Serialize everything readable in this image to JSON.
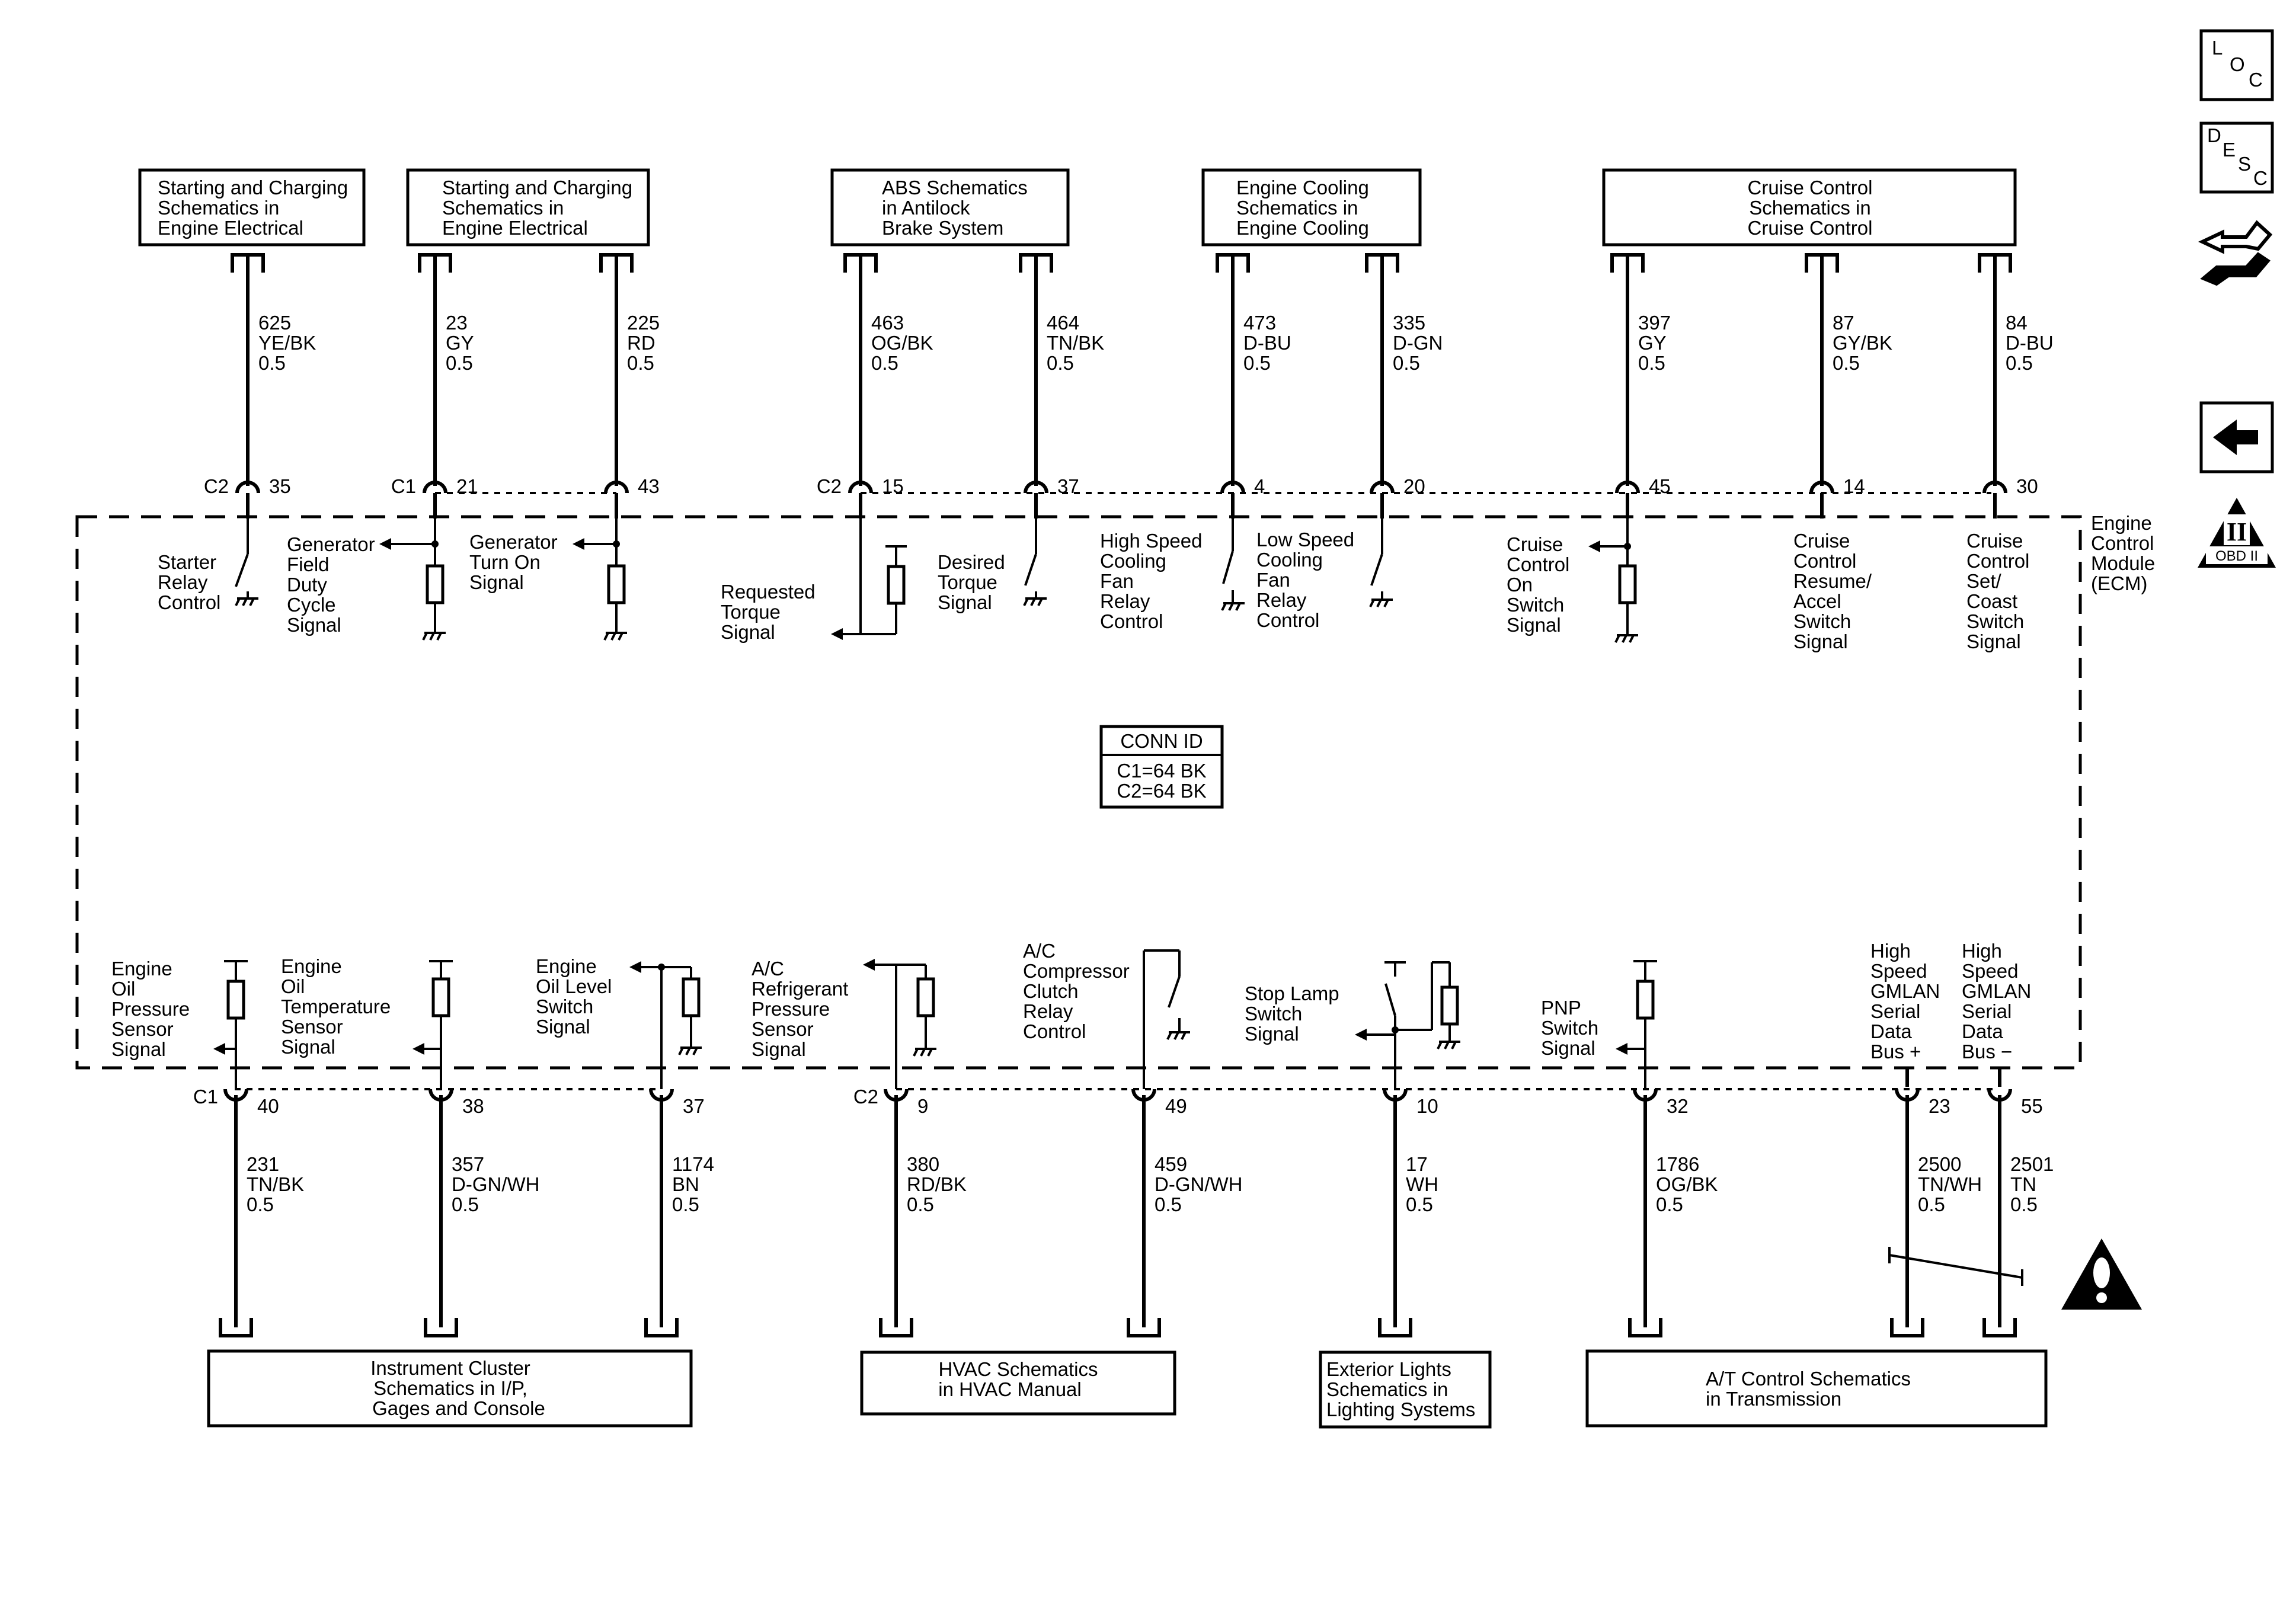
{
  "module_label": [
    "Engine",
    "Control",
    "Module",
    "(ECM)"
  ],
  "conn_id": {
    "title": "CONN ID",
    "lines": [
      "C1=64 BK",
      "C2=64 BK"
    ]
  },
  "top_boxes": [
    {
      "id": "starting1",
      "lines": [
        "Starting and Charging",
        "Schematics in",
        "Engine Electrical"
      ]
    },
    {
      "id": "starting2",
      "lines": [
        "Starting and Charging",
        "Schematics in",
        "Engine Electrical"
      ]
    },
    {
      "id": "abs",
      "lines": [
        "ABS Schematics",
        "in Antilock",
        "Brake System"
      ]
    },
    {
      "id": "cooling",
      "lines": [
        "Engine Cooling",
        "Schematics in",
        "Engine Cooling"
      ]
    },
    {
      "id": "cruise",
      "lines": [
        "Cruise Control",
        "Schematics in",
        "Cruise Control"
      ]
    }
  ],
  "bottom_boxes": [
    {
      "id": "cluster",
      "lines": [
        "Instrument Cluster",
        "Schematics in I/P,",
        "Gages and Console"
      ]
    },
    {
      "id": "hvac",
      "lines": [
        "HVAC Schematics",
        "in HVAC Manual"
      ]
    },
    {
      "id": "exterior",
      "lines": [
        "Exterior Lights",
        "Schematics in",
        "Lighting Systems"
      ]
    },
    {
      "id": "at",
      "lines": [
        "A/T Control Schematics",
        "in Transmission"
      ]
    }
  ],
  "top_wires": [
    {
      "circuit": "625",
      "color": "YE/BK",
      "gauge": "0.5",
      "conn": "C2",
      "pin": "35"
    },
    {
      "circuit": "23",
      "color": "GY",
      "gauge": "0.5",
      "conn": "C1",
      "pin": "21"
    },
    {
      "circuit": "225",
      "color": "RD",
      "gauge": "0.5",
      "conn": "",
      "pin": "43"
    },
    {
      "circuit": "463",
      "color": "OG/BK",
      "gauge": "0.5",
      "conn": "C2",
      "pin": "15"
    },
    {
      "circuit": "464",
      "color": "TN/BK",
      "gauge": "0.5",
      "conn": "",
      "pin": "37"
    },
    {
      "circuit": "473",
      "color": "D-BU",
      "gauge": "0.5",
      "conn": "",
      "pin": "4"
    },
    {
      "circuit": "335",
      "color": "D-GN",
      "gauge": "0.5",
      "conn": "",
      "pin": "20"
    },
    {
      "circuit": "397",
      "color": "GY",
      "gauge": "0.5",
      "conn": "",
      "pin": "45"
    },
    {
      "circuit": "87",
      "color": "GY/BK",
      "gauge": "0.5",
      "conn": "",
      "pin": "14"
    },
    {
      "circuit": "84",
      "color": "D-BU",
      "gauge": "0.5",
      "conn": "",
      "pin": "30"
    }
  ],
  "bottom_wires": [
    {
      "circuit": "231",
      "color": "TN/BK",
      "gauge": "0.5",
      "conn": "C1",
      "pin": "40"
    },
    {
      "circuit": "357",
      "color": "D-GN/WH",
      "gauge": "0.5",
      "conn": "",
      "pin": "38"
    },
    {
      "circuit": "1174",
      "color": "BN",
      "gauge": "0.5",
      "conn": "",
      "pin": "37"
    },
    {
      "circuit": "380",
      "color": "RD/BK",
      "gauge": "0.5",
      "conn": "C2",
      "pin": "9"
    },
    {
      "circuit": "459",
      "color": "D-GN/WH",
      "gauge": "0.5",
      "conn": "",
      "pin": "49"
    },
    {
      "circuit": "17",
      "color": "WH",
      "gauge": "0.5",
      "conn": "",
      "pin": "10"
    },
    {
      "circuit": "1786",
      "color": "OG/BK",
      "gauge": "0.5",
      "conn": "",
      "pin": "32"
    },
    {
      "circuit": "2500",
      "color": "TN/WH",
      "gauge": "0.5",
      "conn": "",
      "pin": "23"
    },
    {
      "circuit": "2501",
      "color": "TN",
      "gauge": "0.5",
      "conn": "",
      "pin": "55"
    }
  ],
  "top_signals": [
    {
      "lines": [
        "Starter",
        "Relay",
        "Control"
      ]
    },
    {
      "lines": [
        "Generator",
        "Field",
        "Duty",
        "Cycle",
        "Signal"
      ]
    },
    {
      "lines": [
        "Generator",
        "Turn On",
        "Signal"
      ]
    },
    {
      "lines": [
        "Requested",
        "Torque",
        "Signal"
      ]
    },
    {
      "lines": [
        "Desired",
        "Torque",
        "Signal"
      ]
    },
    {
      "lines": [
        "High Speed",
        "Cooling",
        "Fan",
        "Relay",
        "Control"
      ]
    },
    {
      "lines": [
        "Low Speed",
        "Cooling",
        "Fan",
        "Relay",
        "Control"
      ]
    },
    {
      "lines": [
        "Cruise",
        "Control",
        "On",
        "Switch",
        "Signal"
      ]
    },
    {
      "lines": [
        "Cruise",
        "Control",
        "Resume/",
        "Accel",
        "Switch",
        "Signal"
      ]
    },
    {
      "lines": [
        "Cruise",
        "Control",
        "Set/",
        "Coast",
        "Switch",
        "Signal"
      ]
    }
  ],
  "bottom_signals": [
    {
      "lines": [
        "Engine",
        "Oil",
        "Pressure",
        "Sensor",
        "Signal"
      ]
    },
    {
      "lines": [
        "Engine",
        "Oil",
        "Temperature",
        "Sensor",
        "Signal"
      ]
    },
    {
      "lines": [
        "Engine",
        "Oil Level",
        "Switch",
        "Signal"
      ]
    },
    {
      "lines": [
        "A/C",
        "Refrigerant",
        "Pressure",
        "Sensor",
        "Signal"
      ]
    },
    {
      "lines": [
        "A/C",
        "Compressor",
        "Clutch",
        "Relay",
        "Control"
      ]
    },
    {
      "lines": [
        "Stop Lamp",
        "Switch",
        "Signal"
      ]
    },
    {
      "lines": [
        "PNP",
        "Switch",
        "Signal"
      ]
    },
    {
      "lines": [
        "High",
        "Speed",
        "GMLAN",
        "Serial",
        "Data",
        "Bus +"
      ]
    },
    {
      "lines": [
        "High",
        "Speed",
        "GMLAN",
        "Serial",
        "Data",
        "Bus −"
      ]
    }
  ],
  "side_icons": {
    "loc": [
      "L",
      "O",
      "C"
    ],
    "desc": [
      "D",
      "E",
      "S",
      "C"
    ],
    "obd": [
      "II",
      "OBD II"
    ]
  }
}
